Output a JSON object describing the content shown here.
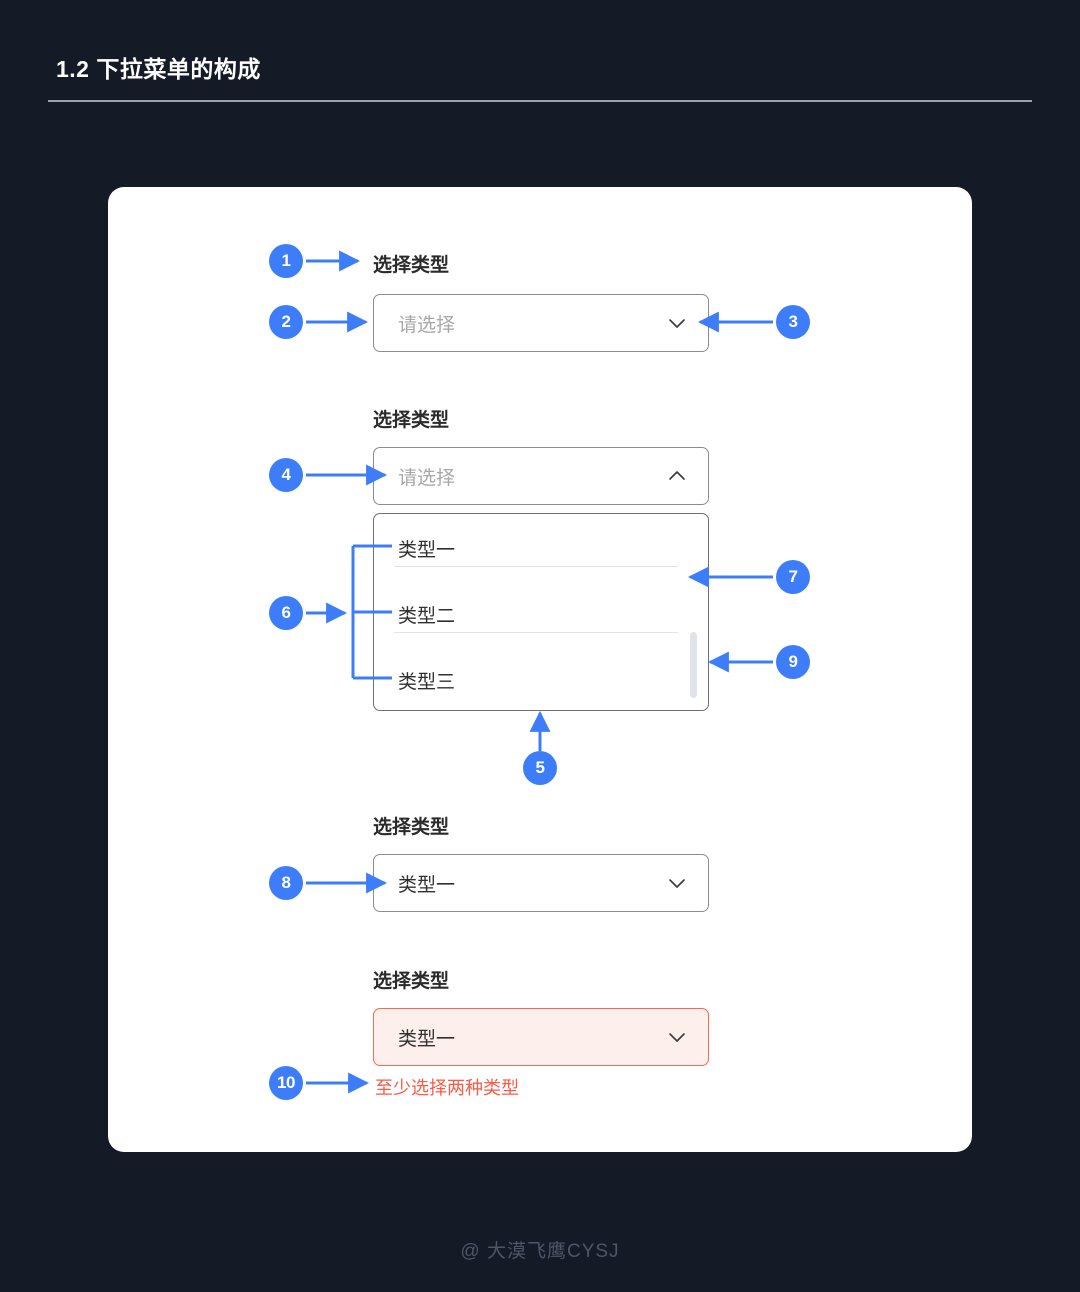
{
  "header": {
    "title": "1.2 下拉菜单的构成"
  },
  "colors": {
    "page_background": "#141a26",
    "card_background": "#ffffff",
    "marker_blue": "#3d7dfa",
    "error_red": "#fa5a46",
    "error_field_fill": "#fdefeb",
    "border_gray": "#8c8c8c",
    "placeholder_gray": "#a8a8a8"
  },
  "sections": {
    "default_state": {
      "label": "选择类型",
      "placeholder": "请选择",
      "chevron_icon": "chevron-down-icon"
    },
    "open_state": {
      "label": "选择类型",
      "placeholder": "请选择",
      "chevron_icon": "chevron-up-icon",
      "options": [
        "类型一",
        "类型二",
        "类型三"
      ]
    },
    "selected_state": {
      "label": "选择类型",
      "value": "类型一",
      "chevron_icon": "chevron-down-icon"
    },
    "error_state": {
      "label": "选择类型",
      "value": "类型一",
      "chevron_icon": "chevron-down-icon",
      "error_message": "至少选择两种类型"
    }
  },
  "markers": {
    "m1": "1",
    "m2": "2",
    "m3": "3",
    "m4": "4",
    "m5": "5",
    "m6": "6",
    "m7": "7",
    "m8": "8",
    "m9": "9",
    "m10": "10"
  },
  "footer": {
    "watermark": "@ 大漠飞鹰CYSJ"
  }
}
